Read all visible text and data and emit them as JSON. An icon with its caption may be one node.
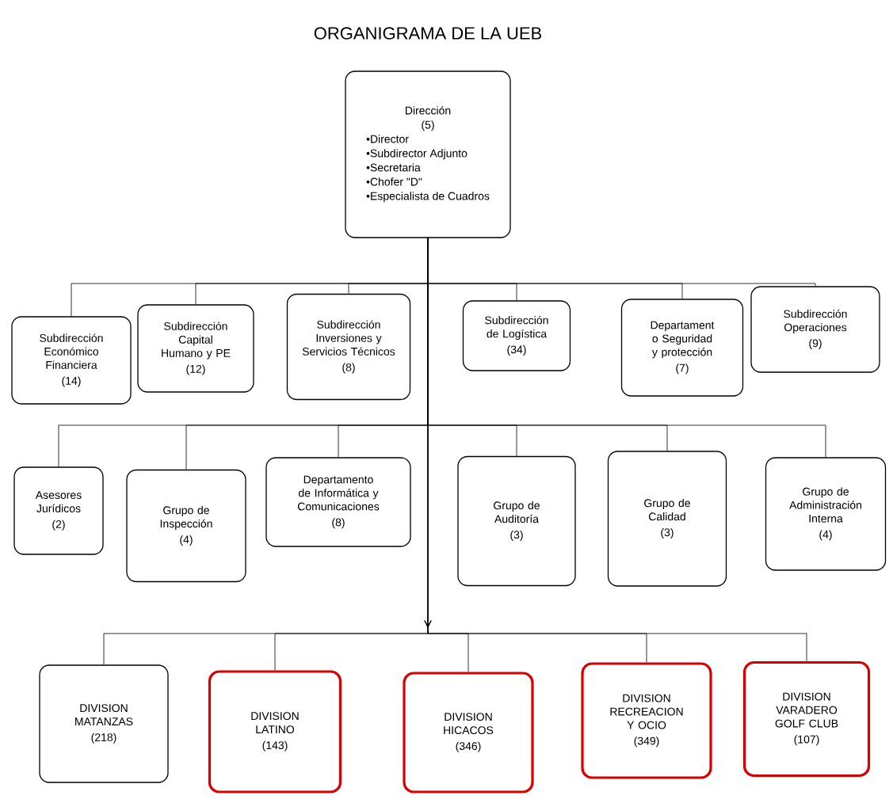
{
  "diagram": {
    "title": "ORGANIGRAMA DE LA UEB",
    "nodes": [
      {
        "text": [
          "Dirección",
          "(5)",
          "•Director",
          "•Subdirector Adjunto",
          "•Secretaria",
          "•Chofer \"D\"",
          "•Especialista de Cuadros"
        ]
      },
      {
        "text": [
          "Subdirección Económico Financiera",
          "(14)"
        ]
      },
      {
        "text": [
          "Subdirección Capital Humano y PE",
          "(12)"
        ]
      },
      {
        "text": [
          "Subdirección Inversiones y Servicios Técnicos",
          "(8)"
        ]
      },
      {
        "text": [
          "Subdirección de Logística",
          "(34)"
        ]
      },
      {
        "text": [
          "Departament o Seguridad y protección",
          "(7)"
        ]
      },
      {
        "text": [
          "Subdirección Operaciones",
          "(9)"
        ]
      },
      {
        "text": [
          "Asesores Jurídicos",
          "(2)"
        ]
      },
      {
        "text": [
          "Grupo de Inspección",
          "(4)"
        ]
      },
      {
        "text": [
          "Departamento de Informática y Comunicaciones",
          "(8)"
        ]
      },
      {
        "text": [
          "Grupo de Auditoría",
          "(3)"
        ]
      },
      {
        "text": [
          "Grupo de Calidad",
          "(3)"
        ]
      },
      {
        "text": [
          "Grupo de Administración Interna",
          "(4)"
        ]
      },
      {
        "text": [
          "DIVISION MATANZAS",
          "(218)"
        ]
      },
      {
        "text": [
          "DIVISION LATINO",
          "(143)"
        ]
      },
      {
        "text": [
          "DIVISION HICACOS",
          "(346)"
        ]
      },
      {
        "text": [
          "DIVISION RECREACION Y OCIO",
          "(349)"
        ]
      },
      {
        "text": [
          "DIVISION VARADERO GOLF CLUB",
          "(107)"
        ]
      }
    ],
    "edges": [
      {
        "from": 0,
        "to": 1,
        "arrow": "none"
      },
      {
        "from": 0,
        "to": 2,
        "arrow": "none"
      },
      {
        "from": 0,
        "to": 3,
        "arrow": "none"
      },
      {
        "from": 0,
        "to": 4,
        "arrow": "none"
      },
      {
        "from": 0,
        "to": 5,
        "arrow": "none"
      },
      {
        "from": 0,
        "to": 6,
        "arrow": "none"
      },
      {
        "from": 0,
        "to": 7,
        "arrow": "none"
      },
      {
        "from": 0,
        "to": 8,
        "arrow": "none"
      },
      {
        "from": 0,
        "to": 9,
        "arrow": "none"
      },
      {
        "from": 0,
        "to": 10,
        "arrow": "none"
      },
      {
        "from": 0,
        "to": 11,
        "arrow": "none"
      },
      {
        "from": 0,
        "to": 12,
        "arrow": "none"
      },
      {
        "from": 0,
        "to": 13,
        "arrow": "to"
      },
      {
        "from": 0,
        "to": 14,
        "arrow": "to"
      },
      {
        "from": 0,
        "to": 15,
        "arrow": "to"
      },
      {
        "from": 0,
        "to": 16,
        "arrow": "to"
      },
      {
        "from": 0,
        "to": 17,
        "arrow": "to"
      }
    ]
  }
}
